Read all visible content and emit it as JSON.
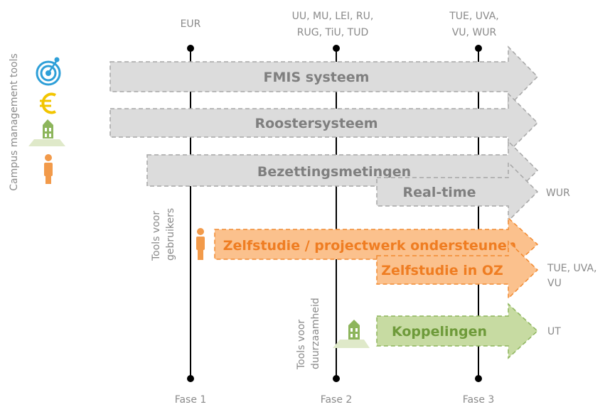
{
  "side_title": "Campus management tools",
  "phases": [
    "Fase 1",
    "Fase 2",
    "Fase 3"
  ],
  "top_labels": {
    "phase1": "EUR",
    "phase2_line1": "UU, MU, LEI, RU,",
    "phase2_line2": "RUG, TiU, TUD",
    "phase3_line1": "TUE, UVA,",
    "phase3_line2": "VU, WUR"
  },
  "arrows": {
    "fmis": "FMIS systeem",
    "rooster": "Roostersysteem",
    "bezetting": "Bezettingsmetingen",
    "realtime": "Real-time",
    "zelfstudie": "Zelfstudie / projectwerk ondersteunen",
    "zelfstudie_oz": "Zelfstudie in OZ",
    "koppelingen": "Koppelingen"
  },
  "right_labels": {
    "realtime": "WUR",
    "zelfstudie_oz_line1": "TUE, UVA,",
    "zelfstudie_oz_line2": "VU",
    "koppelingen": "UT"
  },
  "vertical_labels": {
    "gebruikers_line1": "Tools voor",
    "gebruikers_line2": "gebruikers",
    "duurzaamheid_line1": "Tools voor",
    "duurzaamheid_line2": "duurzaamheid"
  },
  "colors": {
    "grey_fill": "#dcdcdc",
    "grey_stroke": "#a6a6a6",
    "orange_fill": "#fbc18d",
    "orange_stroke": "#f28a30",
    "orange_text": "#ef7d22",
    "green_fill": "#c7dba2",
    "green_stroke": "#8db55c",
    "green_text": "#6e9a3a",
    "icon_blue": "#2e9fd8",
    "icon_yellow": "#f2c500",
    "icon_green": "#8db55c",
    "icon_orange": "#f29a4a"
  },
  "icons": [
    "target-icon",
    "euro-icon",
    "building-icon",
    "person-icon"
  ]
}
